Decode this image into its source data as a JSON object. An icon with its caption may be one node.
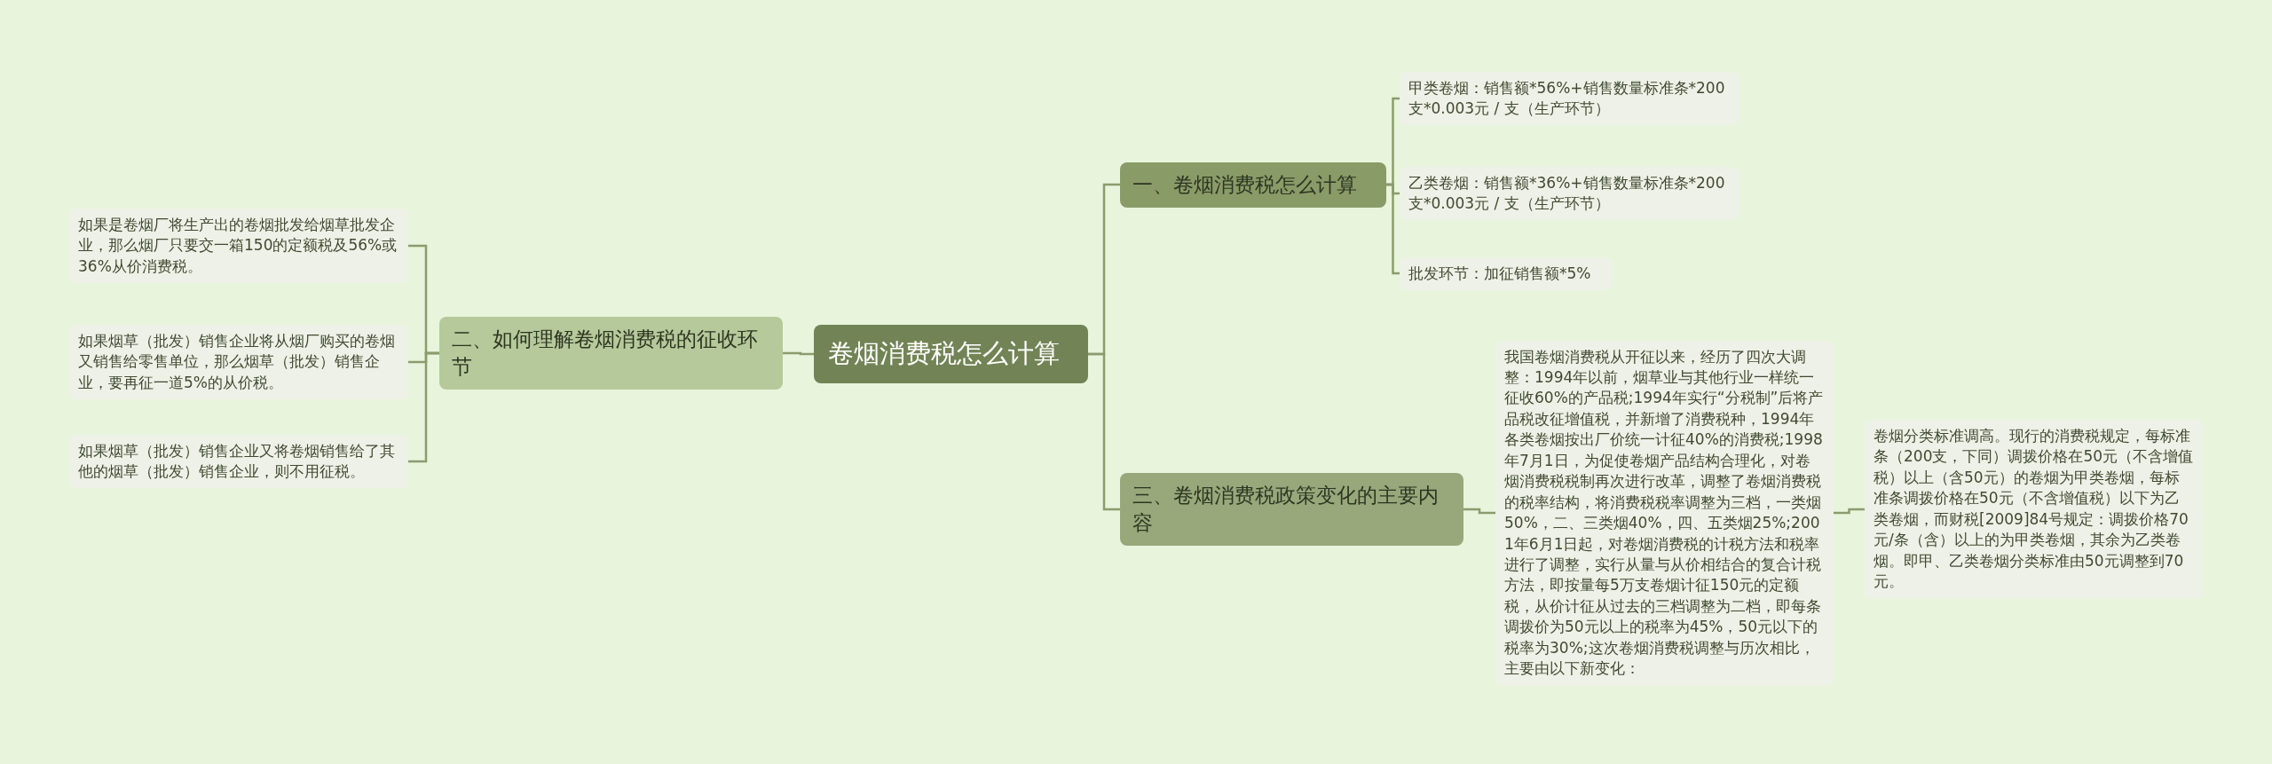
{
  "diagram": {
    "nodes": [
      {
        "text": [
          "卷烟消费税怎么计算"
        ]
      },
      {
        "text": [
          "一、卷烟消费税怎么计算"
        ]
      },
      {
        "text": [
          "甲类卷烟：销售额*56%+销售数量标准条*200支*0.003元 / 支（生产环节）"
        ]
      },
      {
        "text": [
          "乙类卷烟：销售额*36%+销售数量标准条*200支*0.003元 / 支（生产环节）"
        ]
      },
      {
        "text": [
          "批发环节：加征销售额*5%"
        ]
      },
      {
        "text": [
          "二、如何理解卷烟消费税的征收环节"
        ]
      },
      {
        "text": [
          "如果是卷烟厂将生产出的卷烟批发给烟草批发企业，那么烟厂只要交一箱150的定额税及56%或36%从价消费税。"
        ]
      },
      {
        "text": [
          "如果烟草（批发）销售企业将从烟厂购买的卷烟又销售给零售单位，那么烟草（批发）销售企业，要再征一道5%的从价税。"
        ]
      },
      {
        "text": [
          "如果烟草（批发）销售企业又将卷烟销售给了其他的烟草（批发）销售企业，则不用征税。"
        ]
      },
      {
        "text": [
          "三、卷烟消费税政策变化的主要内容"
        ]
      },
      {
        "text": [
          "我国卷烟消费税从开征以来，经历了四次大调整：1994年以前，烟草业与其他行业一样统一征收60%的产品税;1994年实行“分税制”后将产品税改征增值税，并新增了消费税种，1994年各类卷烟按出厂价统一计征40%的消费税;1998年7月1日，为促使卷烟产品结构合理化，对卷烟消费税税制再次进行改革，调整了卷烟消费税的税率结构，将消费税税率调整为三档，一类烟50%，二、三类烟40%，四、五类烟25%;2001年6月1日起，对卷烟消费税的计税方法和税率进行了调整，实行从量与从价相结合的复合计税方法，即按量每5万支卷烟计征150元的定额税，从价计征从过去的三档调整为二档，即每条调拨价为50元以上的税率为45%，50元以下的税率为30%;这次卷烟消费税调整与历次相比，主要由以下新变化："
        ]
      },
      {
        "text": [
          "卷烟分类标准调高。现行的消费税规定，每标准条（200支，下同）调拨价格在50元（不含增值税）以上（含50元）的卷烟为甲类卷烟，每标准条调拨价格在50元（不含增值税）以下为乙类卷烟，而财税[2009]84号规定：调拨价格70元/条（含）以上的为甲类卷烟，其余为乙类卷烟。即甲、乙类卷烟分类标准由50元调整到70元。"
        ]
      }
    ],
    "edges": [
      {
        "from": 0,
        "to": 1,
        "arrow": "none"
      },
      {
        "from": 1,
        "to": 2,
        "arrow": "none"
      },
      {
        "from": 1,
        "to": 3,
        "arrow": "none"
      },
      {
        "from": 1,
        "to": 4,
        "arrow": "none"
      },
      {
        "from": 0,
        "to": 5,
        "arrow": "none"
      },
      {
        "from": 5,
        "to": 6,
        "arrow": "none"
      },
      {
        "from": 5,
        "to": 7,
        "arrow": "none"
      },
      {
        "from": 5,
        "to": 8,
        "arrow": "none"
      },
      {
        "from": 0,
        "to": 9,
        "arrow": "none"
      },
      {
        "from": 9,
        "to": 10,
        "arrow": "none"
      },
      {
        "from": 10,
        "to": 11,
        "arrow": "none"
      }
    ]
  }
}
